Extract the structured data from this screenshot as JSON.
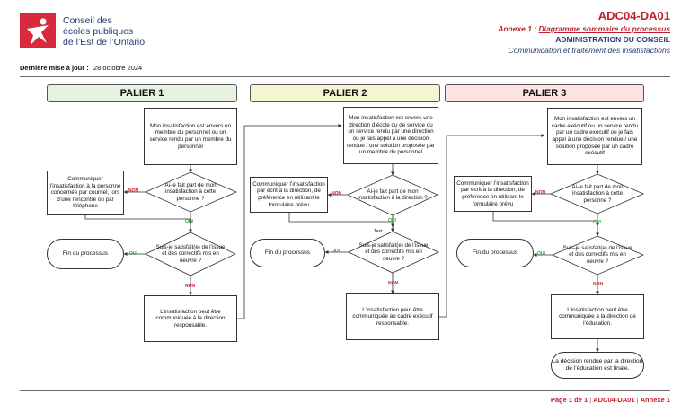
{
  "header": {
    "org_lines": [
      "Conseil des",
      "écoles publiques",
      "de l’Est de l’Ontario"
    ],
    "doc_code": "ADC04-DA01",
    "annexe_prefix": "Annexe 1 : ",
    "annexe_title": "Diagramme sommaire du processus",
    "administration": "ADMINISTRATION DU CONSEIL",
    "subject": "Communication et traitement des insatisfactions",
    "update_label": "Dernière mise à jour :",
    "update_value": "28 octobre 2024",
    "colors": {
      "brand_red": "#c0202c",
      "brand_blue": "#2a3c74",
      "logo_red": "#d82a3c"
    }
  },
  "paliers": [
    {
      "title": "PALIER 1",
      "color": "#e6f1df",
      "start": "Mon insatisfaction est envers un membre du personnel ou un service rendu par un membre du personnel",
      "decision1": "Ai-je fait part de mon insatisfaction à cette personne ?",
      "side_action": "Communiquer l’insatisfaction à la personne concernée par courriel, lors d’une rencontre ou par téléphone",
      "decision2": "Suis-je satisfait(e) de l’issue et des correctifs mis en oeuvre ?",
      "end": "Fin du processus",
      "next_step": "L’insatisfaction peut être communiquée à la direction responsable.",
      "label_non": "NON",
      "label_oui": "OUI",
      "label_yes_end": "OUI",
      "label_no_next": "NON",
      "label_text": ""
    },
    {
      "title": "PALIER 2",
      "color": "#f6f5d2",
      "start": "Mon insatisfaction est envers une direction d’école ou de service ou un service rendu par une direction ou je fais appel à une décision rendue / une solution proposée par un membre du personnel",
      "decision1": "Ai-je fait part de mon insatisfaction à la direction ?",
      "side_action": "Communiquer l’insatisfaction par écrit à la direction, de préférence en utilisant le formulaire prévu",
      "decision2": "Suis-je satisfait(e) de l’issue et des correctifs mis en oeuvre ?",
      "end": "Fin du processus",
      "next_step": "L’insatisfaction peut être communiquée au cadre exécutif responsable.",
      "label_non": "NON",
      "label_oui": "OUI",
      "label_yes_end": "OUI",
      "label_no_next": "NON",
      "label_text": "Text"
    },
    {
      "title": "PALIER 3",
      "color": "#fbe4e2",
      "start": "Mon insatisfaction est envers un cadre exécutif ou un service rendu par un cadre exécutif ou je fais appel à une décision rendue / une solution proposée par un cadre exécutif",
      "decision1": "Ai-je fait part de mon insatisfaction à cette personne ?",
      "side_action": "Communiquer l’insatisfaction par écrit à la direction, de préférence en utilisant le formulaire prévu",
      "decision2": "Suis-je satisfait(e) de l’issue et des correctifs mis en oeuvre ?",
      "end": "Fin du processus",
      "next_step": "L’insatisfaction peut être communiquée à la direction de l’éducation.",
      "final": "La décision rendue par la direction de l’éducation est finale.",
      "label_non": "NON",
      "label_oui": "OUI",
      "label_yes_end": "OUI",
      "label_no_next": "NON",
      "label_text": ""
    }
  ],
  "footer": {
    "page": "Page 1 de 1",
    "sep": " | ",
    "code": "ADC04-DA01",
    "annexe": "Annexe 1"
  }
}
